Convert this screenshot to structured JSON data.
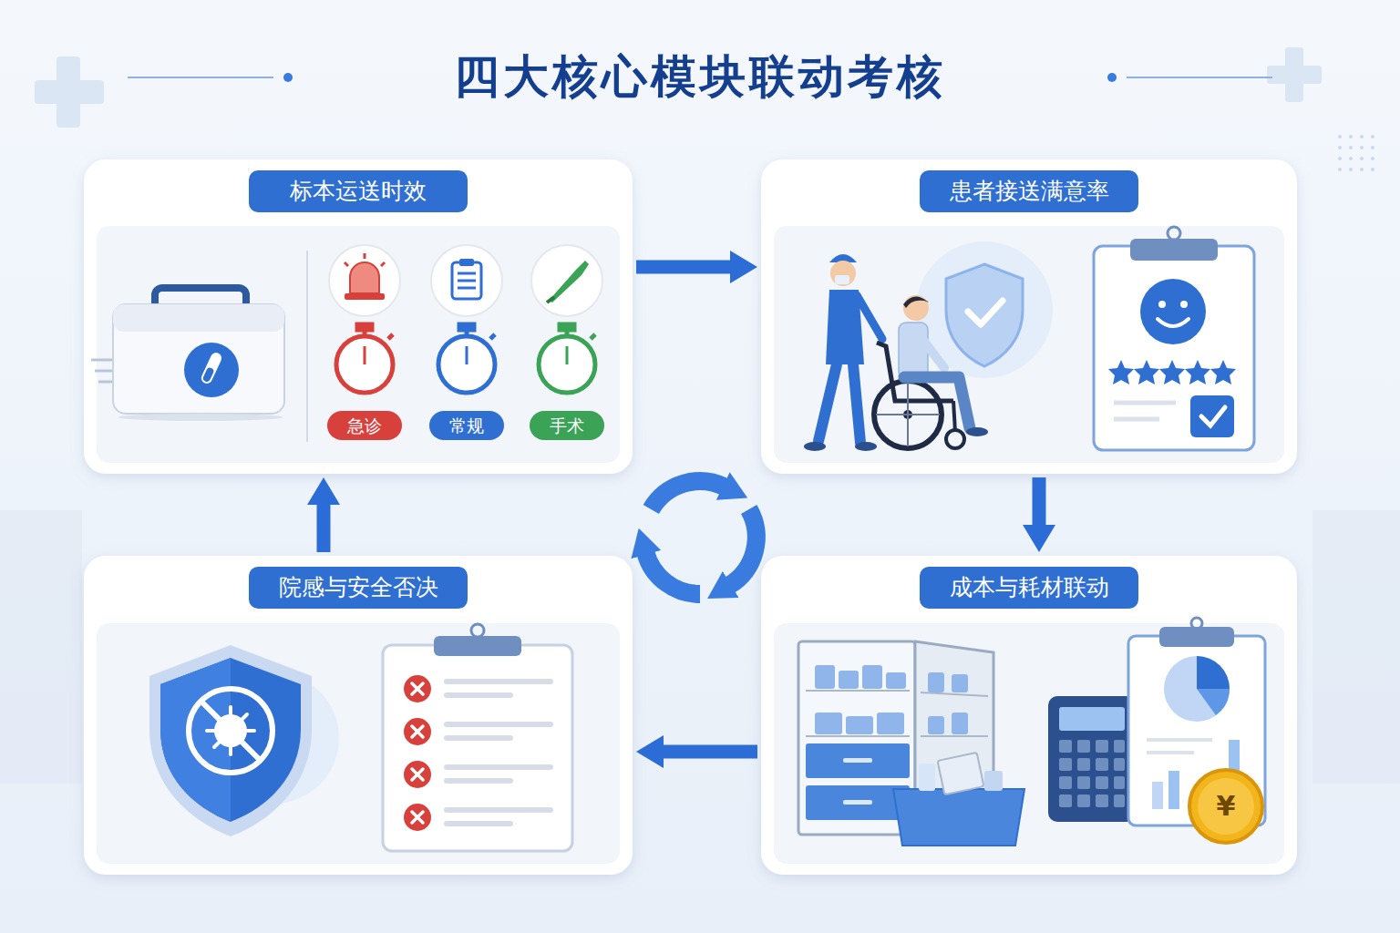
{
  "diagram": {
    "title": "四大核心模块联动考核",
    "nodes": [
      {
        "text": [
          "标本运送时效"
        ]
      },
      {
        "text": [
          "急诊"
        ],
        "in": 0
      },
      {
        "text": [
          "常规"
        ],
        "in": 0
      },
      {
        "text": [
          "手术"
        ],
        "in": 0
      },
      {
        "text": [
          "患者接送满意率"
        ]
      },
      {
        "text": [
          "院感与安全否决"
        ]
      },
      {
        "text": [
          "成本与耗材联动"
        ]
      }
    ],
    "edges": [
      {
        "from": 0,
        "to": 4,
        "arrow": "to"
      },
      {
        "from": 4,
        "to": 6,
        "arrow": "to"
      },
      {
        "from": 6,
        "to": 5,
        "arrow": "to"
      },
      {
        "from": 5,
        "to": 0,
        "arrow": "to"
      }
    ],
    "labels": [
      "¥"
    ]
  }
}
